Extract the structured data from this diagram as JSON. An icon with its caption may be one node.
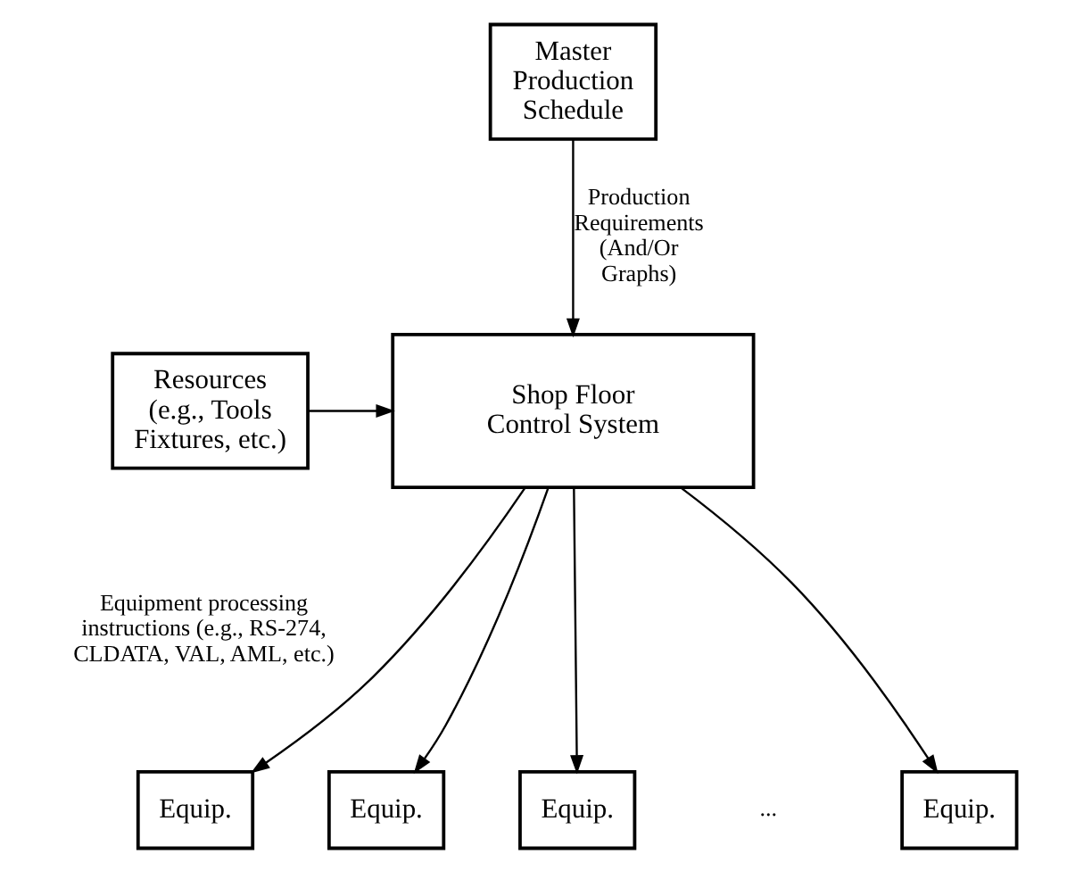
{
  "diagram": {
    "nodes": [
      {
        "text": [
          "Master Production Schedule"
        ]
      },
      {
        "text": [
          "Shop Floor Control System"
        ]
      },
      {
        "text": [
          "Resources",
          "(e.g., Tools Fixtures, etc.)"
        ]
      },
      {
        "text": [
          "Equip."
        ]
      },
      {
        "text": [
          "Equip."
        ]
      },
      {
        "text": [
          "Equip."
        ]
      },
      {
        "text": [
          "Equip."
        ]
      }
    ],
    "edges": [
      {
        "from": 0,
        "to": 1,
        "arrow": "to",
        "label": "Production Requirements (And/Or Graphs)"
      },
      {
        "from": 2,
        "to": 1,
        "arrow": "to"
      },
      {
        "from": 1,
        "to": 3,
        "arrow": "to"
      },
      {
        "from": 1,
        "to": 4,
        "arrow": "to"
      },
      {
        "from": 1,
        "to": 5,
        "arrow": "to"
      },
      {
        "from": 1,
        "to": 6,
        "arrow": "to"
      }
    ],
    "labels": [
      "Equipment processing instructions (e.g., RS-274, CLDATA, VAL, AML, etc.)",
      "..."
    ]
  }
}
